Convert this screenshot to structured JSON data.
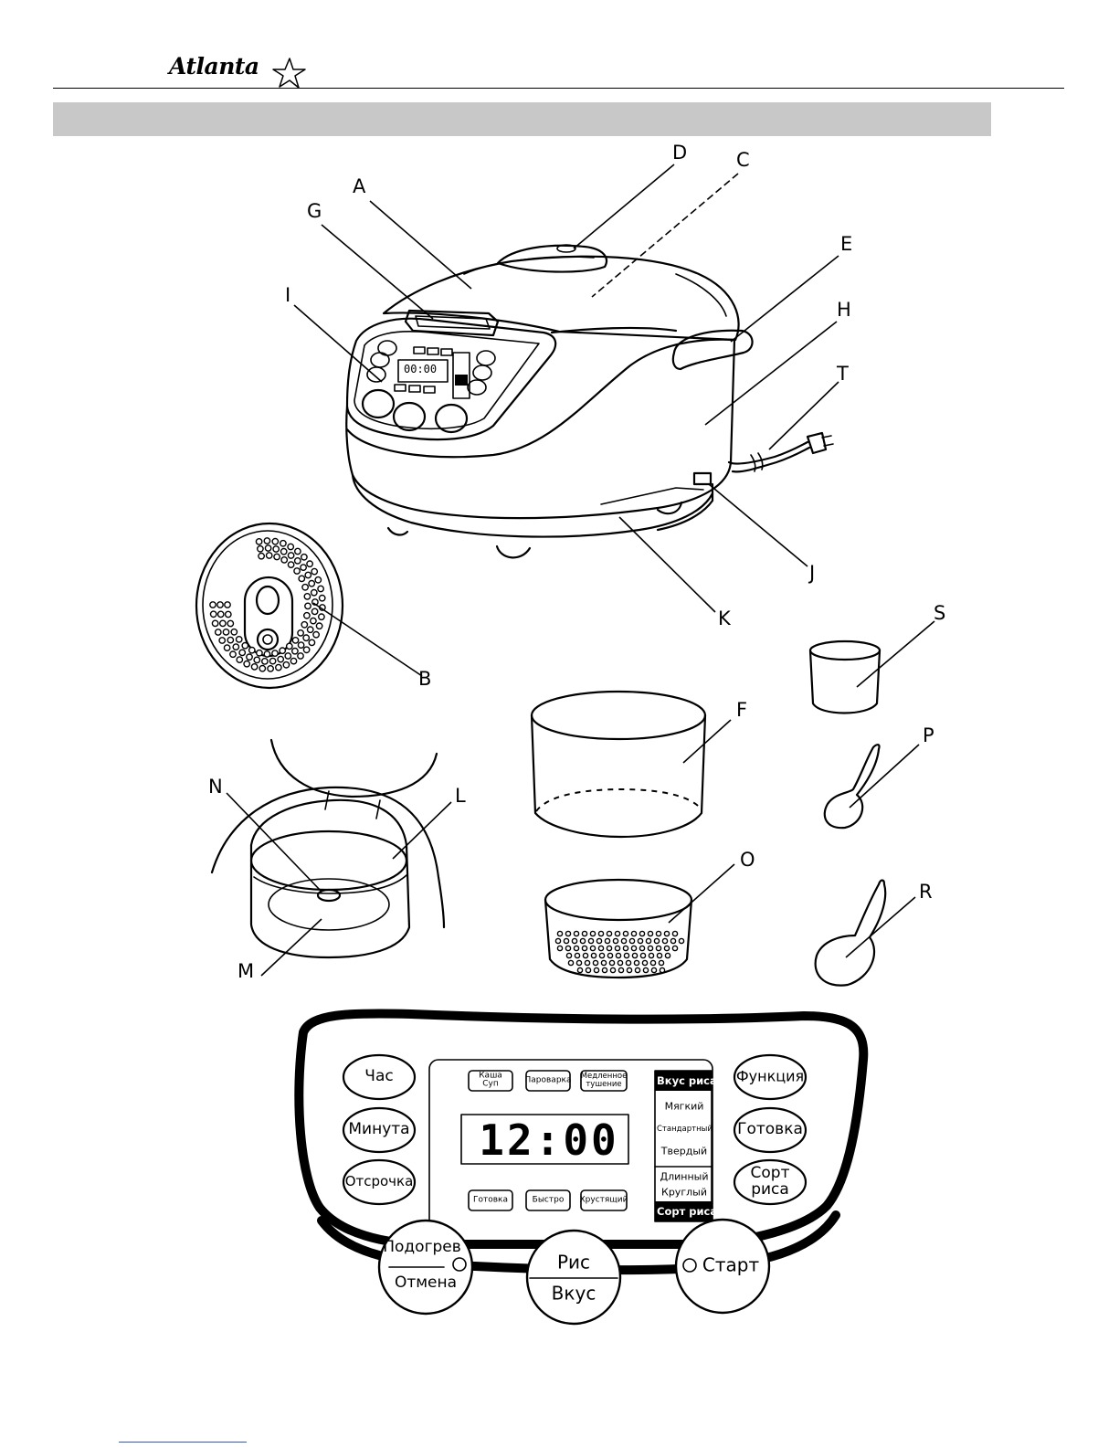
{
  "brand": {
    "name": "Atlanta"
  },
  "callouts": [
    "A",
    "B",
    "C",
    "D",
    "E",
    "F",
    "G",
    "H",
    "I",
    "J",
    "K",
    "L",
    "M",
    "N",
    "O",
    "P",
    "R",
    "S",
    "T"
  ],
  "mini_display": "00:00",
  "panel": {
    "left_buttons": [
      "Час",
      "Минута",
      "Отсрочка"
    ],
    "right_buttons": [
      "Функция",
      "Готовка",
      "Сорт\nриса"
    ],
    "top_modes": [
      "Каша\nСуп",
      "Пароварка",
      "Медленное\nтушение"
    ],
    "bottom_modes": [
      "Готовка",
      "Быстро",
      "Хрустящий"
    ],
    "display": "12:00",
    "taste_header": "Вкус риса",
    "taste_options": [
      "Мягкий",
      "Стандартный",
      "Твердый"
    ],
    "rice_options": [
      "Длинный",
      "Круглый"
    ],
    "rice_footer": "Сорт риса",
    "warm_cancel": {
      "top": "Подогрев",
      "bottom": "Отмена"
    },
    "rice_taste": {
      "top": "Рис",
      "bottom": "Вкус"
    },
    "start": "Старт"
  }
}
